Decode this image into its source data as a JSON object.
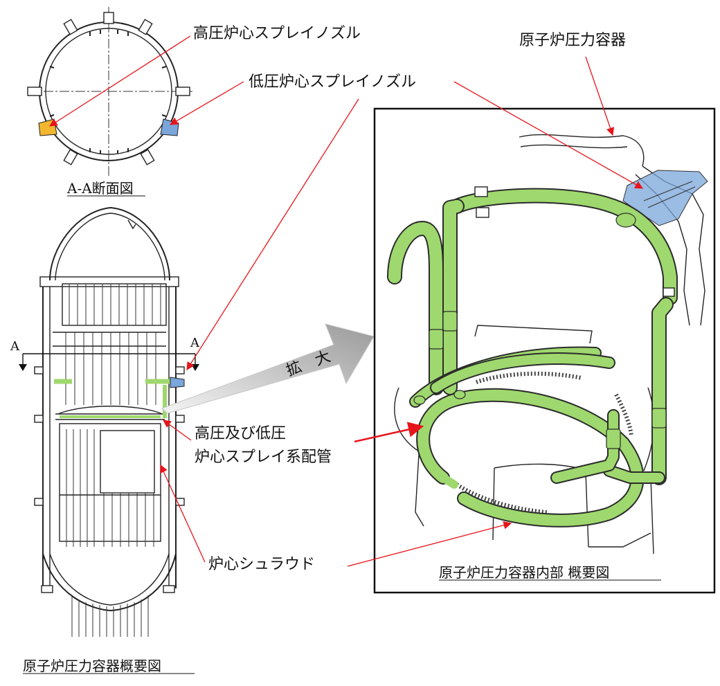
{
  "labels": {
    "hp_nozzle": "高圧炉心スプレイノズル",
    "lp_nozzle": "低圧炉心スプレイノズル",
    "rpv": "原子炉圧力容器",
    "piping_line1": "高圧及び低圧",
    "piping_line2": "炉心スプレイ系配管",
    "shroud": "炉心シュラウド",
    "section_mark_left": "A",
    "section_mark_right": "A",
    "enlarge": "拡　大"
  },
  "captions": {
    "section": "A-A断面図",
    "vessel": "原子炉圧力容器概要図",
    "interior": "原子炉圧力容器内部 概要図"
  },
  "colors": {
    "leader_red": "#e8141b",
    "hp_nozzle_fill": "#f2b630",
    "lp_nozzle_fill": "#7aa6da",
    "piping_green": "#9fd86e",
    "enlarge_arrow_gray": "#b5b5b5"
  }
}
